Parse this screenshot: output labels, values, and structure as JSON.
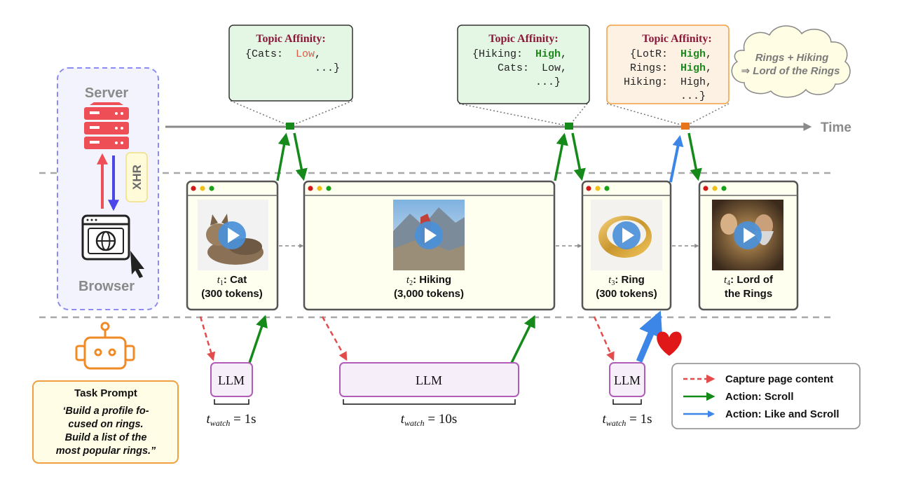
{
  "colors": {
    "scroll": "#158a1a",
    "like": "#3b86e6",
    "capture": "#e44c4c",
    "timeline": "#8a8a8a",
    "affinity_title": "#8b1838",
    "low": "#e05a4a",
    "high": "#1e8a1e",
    "window_fill": "#fffff0",
    "llm_fill": "#f6eef8",
    "llm_border": "#b05cb8",
    "sb_border": "#8c8cf0",
    "task_border": "#f0a040",
    "task_fill": "#fffde6"
  },
  "timeline": {
    "label": "Time"
  },
  "server_browser": {
    "server_label": "Server",
    "browser_label": "Browser",
    "xhr_label": "XHR"
  },
  "affinity_boxes": [
    {
      "title": "Topic Affinity:",
      "lines": [
        [
          {
            "t": "{Cats:  ",
            "c": "plain"
          },
          {
            "t": "Low",
            "c": "low"
          },
          {
            "t": ",",
            "c": "plain"
          }
        ],
        [
          {
            "t": "           ...}",
            "c": "plain"
          }
        ]
      ]
    },
    {
      "title": "Topic Affinity:",
      "lines": [
        [
          {
            "t": "{Hiking:  ",
            "c": "plain"
          },
          {
            "t": "High",
            "c": "high"
          },
          {
            "t": ",",
            "c": "plain"
          }
        ],
        [
          {
            "t": "    Cats:  Low,",
            "c": "plain"
          }
        ],
        [
          {
            "t": "          ...}",
            "c": "plain"
          }
        ]
      ]
    },
    {
      "title": "Topic Affinity:",
      "lines": [
        [
          {
            "t": " {LotR:  ",
            "c": "plain"
          },
          {
            "t": "High",
            "c": "high"
          },
          {
            "t": ",",
            "c": "plain"
          }
        ],
        [
          {
            "t": " Rings:  ",
            "c": "plain"
          },
          {
            "t": "High",
            "c": "high"
          },
          {
            "t": ",",
            "c": "plain"
          }
        ],
        [
          {
            "t": "Hiking:  High,",
            "c": "plain"
          }
        ],
        [
          {
            "t": "         ...}",
            "c": "plain"
          }
        ]
      ]
    }
  ],
  "cloud": {
    "line1": "Rings + Hiking",
    "line2": "⇒ Lord of the Rings"
  },
  "windows": [
    {
      "t_sub": "1",
      "topic": "Cat",
      "tokens": "(300 tokens)",
      "image": "cat"
    },
    {
      "t_sub": "2",
      "topic": "Hiking",
      "tokens": "(3,000 tokens)",
      "image": "hiking"
    },
    {
      "t_sub": "3",
      "topic": "Ring",
      "tokens": "(300 tokens)",
      "image": "ring"
    },
    {
      "t_sub": "4",
      "topic": "Lord of",
      "tokens": "the Rings",
      "image": "lotr"
    }
  ],
  "llm_boxes": [
    {
      "label": "LLM",
      "watch": "1s"
    },
    {
      "label": "LLM",
      "watch": "10s"
    },
    {
      "label": "LLM",
      "watch": "1s"
    }
  ],
  "watch_prefix": "t",
  "watch_sub": "watch",
  "task_prompt": {
    "title": "Task Prompt",
    "lines": [
      "‘Build a profile fo-",
      "cused on rings.",
      "Build a list of the",
      "most popular rings.”"
    ]
  },
  "legend": [
    {
      "label": "Capture page content",
      "style": "capture"
    },
    {
      "label": "Action: Scroll",
      "style": "scroll"
    },
    {
      "label": "Action: Like and Scroll",
      "style": "like"
    }
  ],
  "icons": [
    "server-icon",
    "browser-globe-icon",
    "cursor-icon",
    "robot-icon",
    "play-icon",
    "heart-icon",
    "cloud-icon"
  ]
}
